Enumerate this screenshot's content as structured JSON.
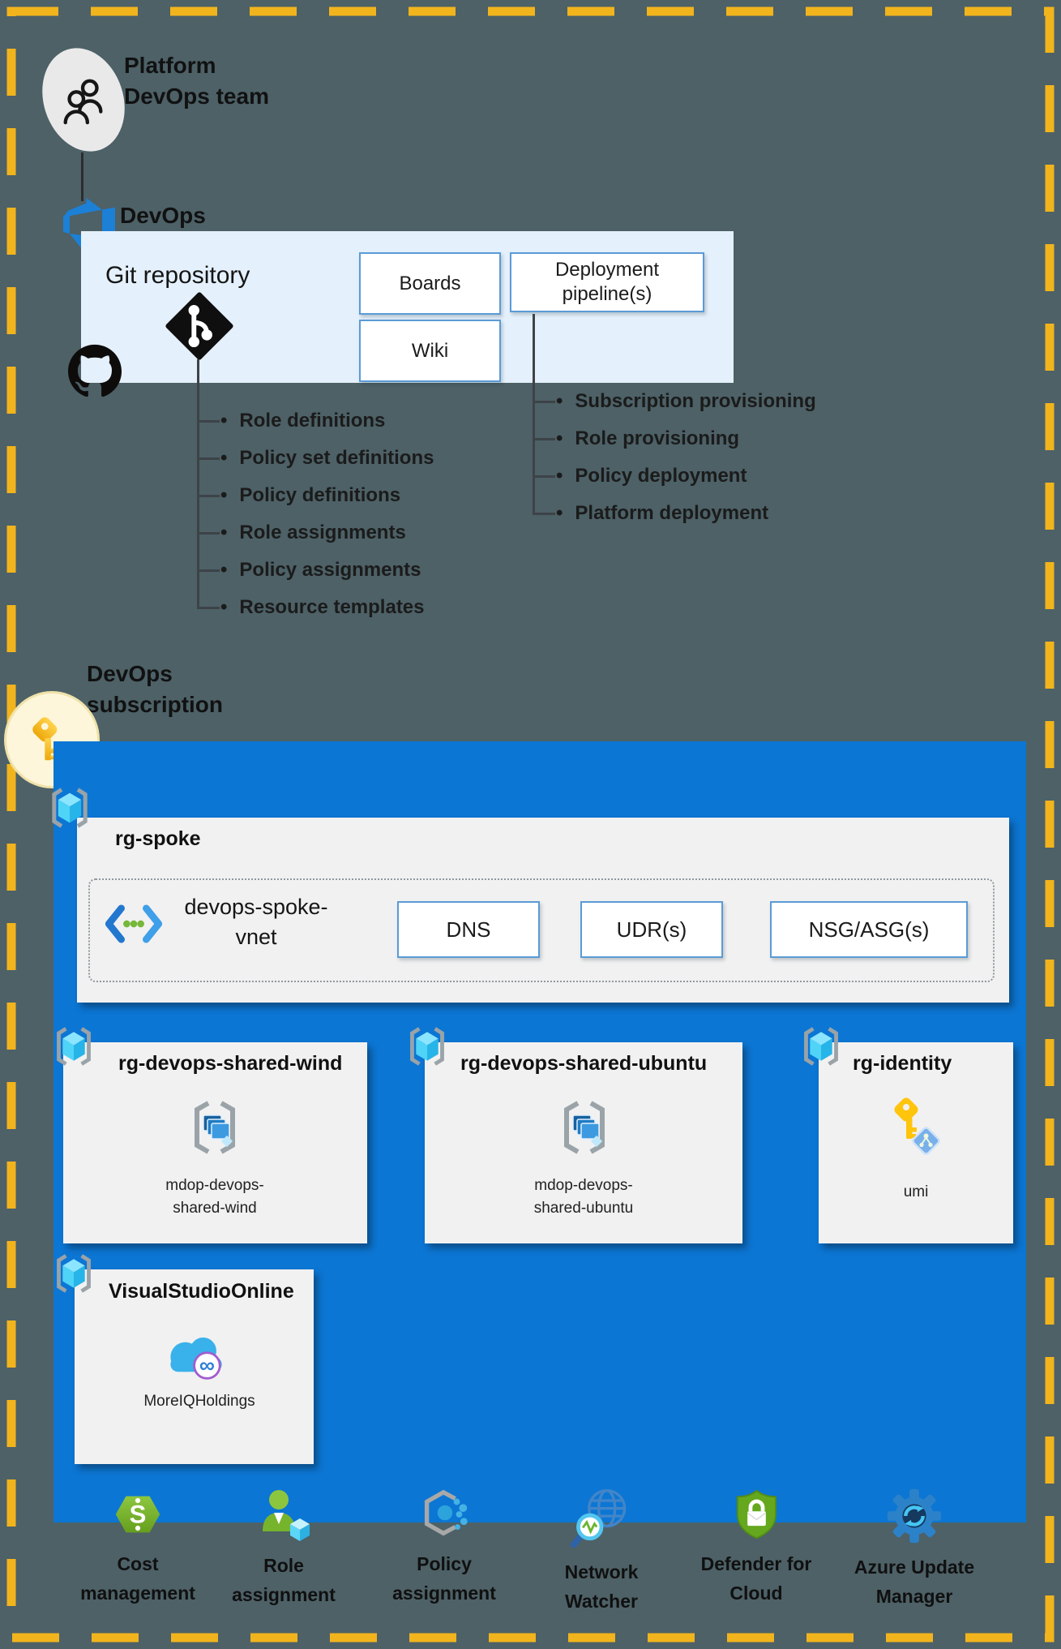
{
  "colors": {
    "background": "#4d6167",
    "dash_border": "#f2b41c",
    "panel_light_blue": "#e4f0fb",
    "box_border_blue": "#5b9bd5",
    "subscription_blue": "#0c76d4",
    "resource_box_gray": "#f1f1f1",
    "text_dark": "#1b1b1b"
  },
  "icons": {
    "team": "people-icon",
    "devops": "azure-devops-icon",
    "git": "git-icon",
    "github": "github-icon",
    "subscription_key": "key-icon",
    "resource_group": "resource-group-icon",
    "virtual_network": "virtual-network-icon",
    "vm_scale_set": "vm-scale-set-icon",
    "managed_identity": "managed-identity-icon",
    "devops_organization": "devops-cloud-icon"
  },
  "header": {
    "team_line1": "Platform",
    "team_line2": "DevOps team",
    "devops_label": "DevOps"
  },
  "repo": {
    "title": "Git repository",
    "boards": "Boards",
    "wiki": "Wiki",
    "pipeline": "Deployment pipeline(s)"
  },
  "repo_artifacts": [
    "Role definitions",
    "Policy set definitions",
    "Policy definitions",
    "Role assignments",
    "Policy assignments",
    "Resource templates"
  ],
  "pipeline_tasks": [
    "Subscription provisioning",
    "Role provisioning",
    "Policy deployment",
    "Platform deployment"
  ],
  "subscription": {
    "title_line1": "DevOps",
    "title_line2": "subscription",
    "rg_spoke": {
      "name": "rg-spoke",
      "vnet": "devops-spoke-vnet",
      "items": [
        "DNS",
        "UDR(s)",
        "NSG/ASG(s)"
      ]
    },
    "rg_shared_wind": {
      "name": "rg-devops-shared-wind",
      "resource": "mdop-devops-shared-wind"
    },
    "rg_shared_ubuntu": {
      "name": "rg-devops-shared-ubuntu",
      "resource": "mdop-devops-shared-ubuntu"
    },
    "rg_identity": {
      "name": "rg-identity",
      "resource": "umi"
    },
    "rg_vso": {
      "name": "VisualStudioOnline",
      "resource": "MoreIQHoldings"
    }
  },
  "services": [
    {
      "label": "Cost management",
      "icon": "cost-management-icon"
    },
    {
      "label": "Role assignment",
      "icon": "role-assignment-icon"
    },
    {
      "label": "Policy assignment",
      "icon": "policy-assignment-icon"
    },
    {
      "label": "Network Watcher",
      "icon": "network-watcher-icon"
    },
    {
      "label": "Defender for Cloud",
      "icon": "defender-for-cloud-icon"
    },
    {
      "label": "Azure Update Manager",
      "icon": "azure-update-manager-icon"
    }
  ]
}
